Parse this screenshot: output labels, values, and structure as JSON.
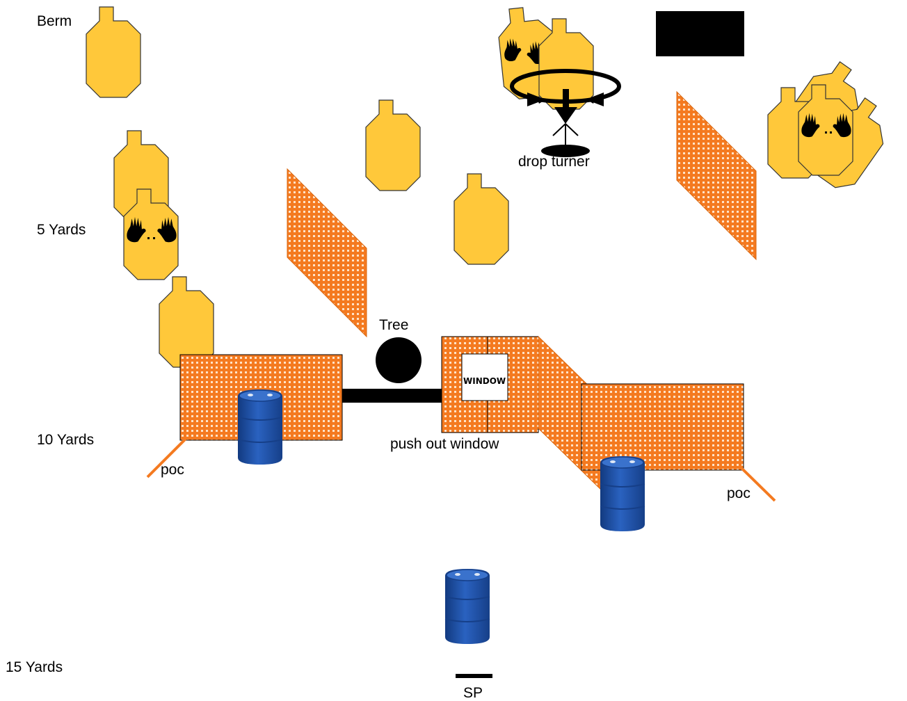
{
  "distance_labels": {
    "berm": "Berm",
    "five": "5 Yards",
    "ten": "10 Yards",
    "fifteen": "15 Yards"
  },
  "props": {
    "tree": "Tree",
    "window": "WINDOW",
    "push_out_window": "push out window",
    "drop_turner": "drop turner",
    "poc_left": "poc",
    "poc_right": "poc",
    "start_position": "SP"
  },
  "colors": {
    "target": "#FFC83A",
    "target_outline": "#333333",
    "wall": "#F47A20",
    "barrel": "#1F4FA0",
    "tree": "#000000",
    "block": "#000000"
  }
}
